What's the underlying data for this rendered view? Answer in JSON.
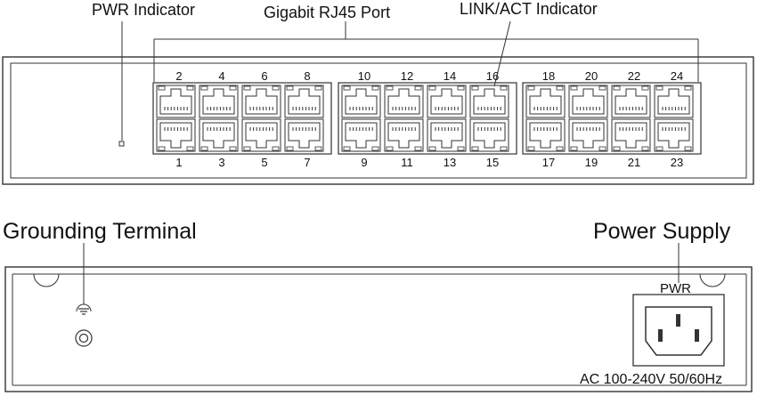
{
  "front_panel": {
    "callouts": {
      "pwr_indicator": "PWR Indicator",
      "rj45_port": "Gigabit RJ45 Port",
      "link_act": "LINK/ACT  Indicator"
    },
    "top_row_ports": [
      "2",
      "4",
      "6",
      "8",
      "10",
      "12",
      "14",
      "16",
      "18",
      "20",
      "22",
      "24"
    ],
    "bottom_row_ports": [
      "1",
      "3",
      "5",
      "7",
      "9",
      "11",
      "13",
      "15",
      "17",
      "19",
      "21",
      "23"
    ]
  },
  "rear_panel": {
    "callouts": {
      "grounding": "Grounding Terminal",
      "power_supply": "Power Supply"
    },
    "pwr_label": "PWR",
    "ac_rating": "AC 100-240V 50/60Hz",
    "ground_symbol": "ground-icon"
  },
  "colors": {
    "line": "#333333",
    "background": "#ffffff"
  }
}
